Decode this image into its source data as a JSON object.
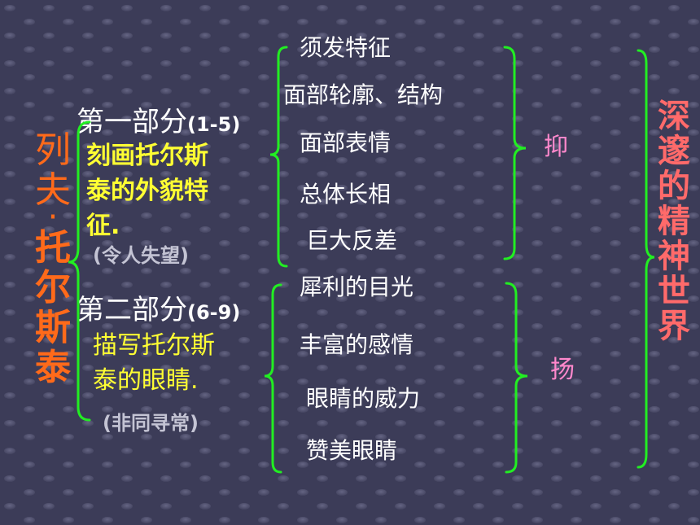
{
  "title_chars": [
    "列",
    "夫",
    "·",
    "托",
    "尔",
    "斯",
    "泰"
  ],
  "part1": {
    "heading": "第一部分",
    "range": "(1-5)",
    "desc_line1": "刻画托尔斯",
    "desc_line2": "泰的外貌特",
    "desc_line3": "征.",
    "note": "(令人失望)"
  },
  "part2": {
    "heading": "第二部分",
    "range": "(6-9)",
    "desc_line1": "描写托尔斯",
    "desc_line2": "泰的眼睛.",
    "note": "(非同寻常)"
  },
  "group1_items": [
    "须发特征",
    "面部轮廓、结构",
    "面部表情",
    "总体长相",
    "巨大反差"
  ],
  "group2_items": [
    "犀利的目光",
    "丰富的感情",
    "眼睛的威力",
    "赞美眼睛"
  ],
  "label_suppress": "抑",
  "label_raise": "扬",
  "conclusion_chars": [
    "深",
    "邃",
    "的",
    "精",
    "神",
    "世",
    "界"
  ],
  "colors": {
    "background": "#3c3c58",
    "bracket": "#22ee22",
    "title": "#ff6a1a",
    "highlight": "#ffff33",
    "conclusion": "#ff6a6a",
    "label": "#ff88cc"
  }
}
